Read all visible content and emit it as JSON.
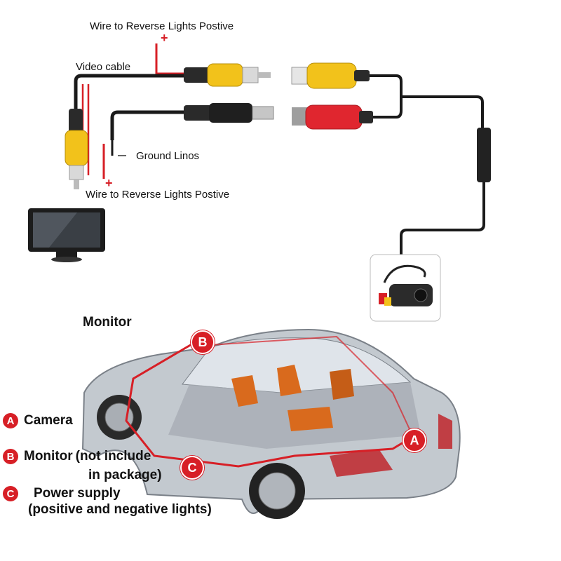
{
  "labels": {
    "wire_reverse_top": "Wire to Reverse Lights Postive",
    "video_cable": "Video cable",
    "ground": "Ground Linos",
    "wire_reverse_bottom": "Wire to Reverse Lights Postive",
    "monitor_title": "Monitor",
    "plus_top": "+",
    "plus_bottom": "+",
    "minus": "—"
  },
  "legend": [
    {
      "letter": "A",
      "text": "Camera"
    },
    {
      "letter": "B",
      "text": "Monitor",
      "extra": "(not include",
      "extra2": "in package)"
    },
    {
      "letter": "C",
      "text": "Power supply",
      "extra": "(positive and negative lights)"
    }
  ],
  "car_markers": [
    {
      "letter": "A"
    },
    {
      "letter": "B"
    },
    {
      "letter": "C"
    }
  ],
  "colors": {
    "accent": "#d71f26",
    "rca_yellow": "#f2c21b",
    "rca_red": "#e0262f",
    "cable": "#1a1a1a",
    "car_body": "#b9bfc6"
  }
}
